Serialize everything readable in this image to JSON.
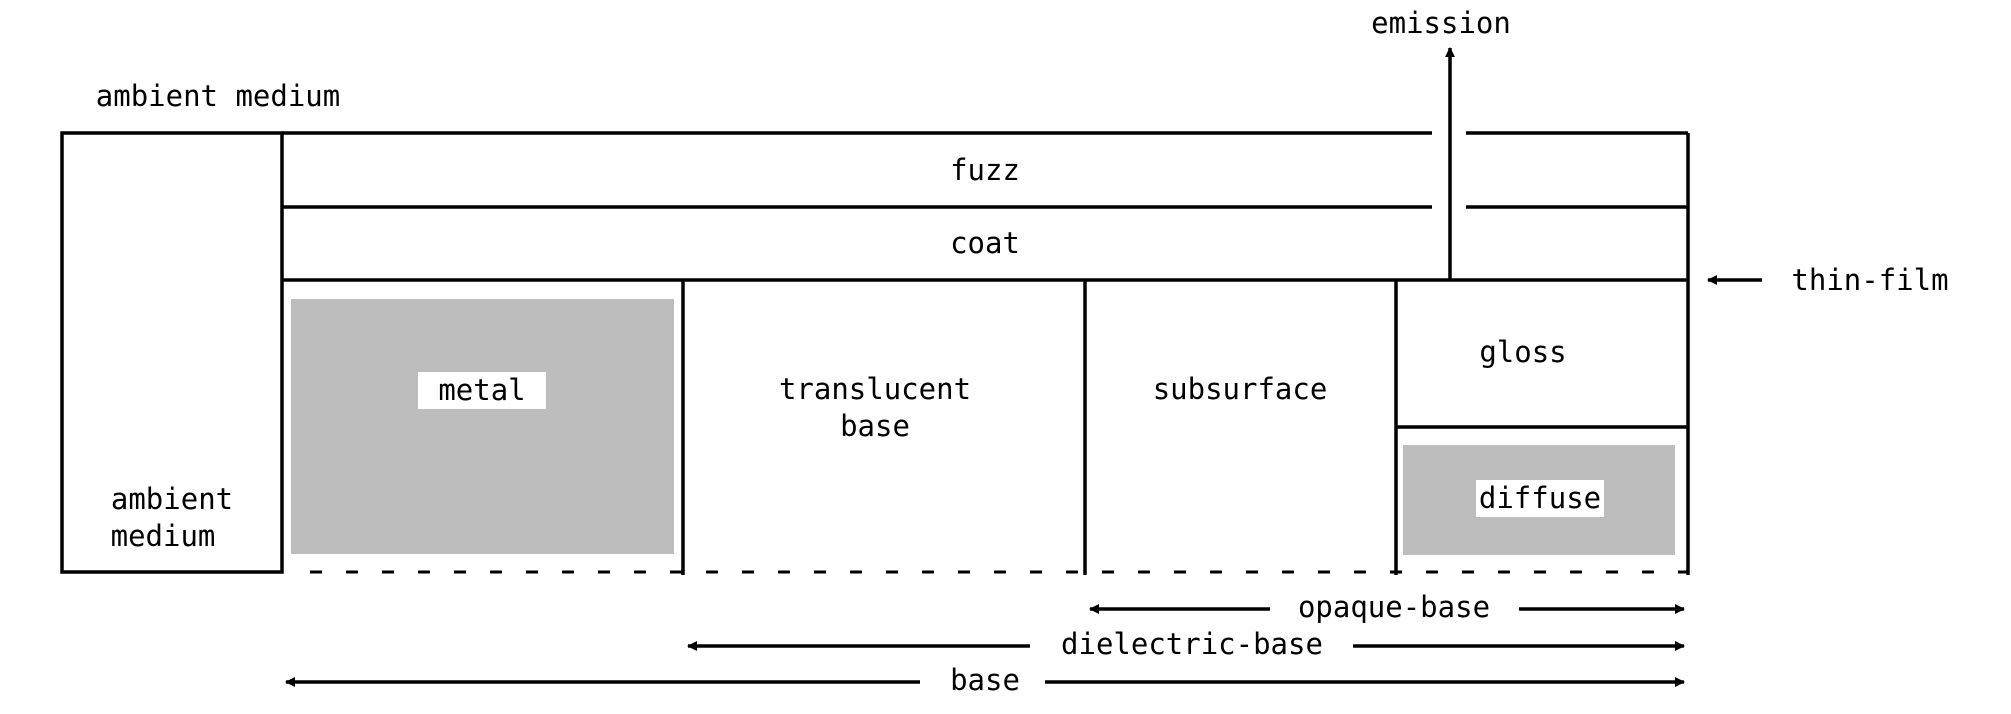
{
  "diagram": {
    "labels": {
      "emission": "emission",
      "ambient_medium_top": "ambient medium",
      "ambient_medium_box_line1": "ambient",
      "ambient_medium_box_line2": "medium",
      "fuzz": "fuzz",
      "coat": "coat",
      "thin_film": "thin-film",
      "metal": "metal",
      "translucent_base_line1": "translucent",
      "translucent_base_line2": "base",
      "subsurface": "subsurface",
      "gloss": "gloss",
      "diffuse": "diffuse",
      "opaque_base": "opaque-base",
      "dielectric_base": "dielectric-base",
      "base": "base"
    },
    "colors": {
      "line": "#000000",
      "fill_grey": "#bdbdbd",
      "background": "#ffffff"
    }
  }
}
